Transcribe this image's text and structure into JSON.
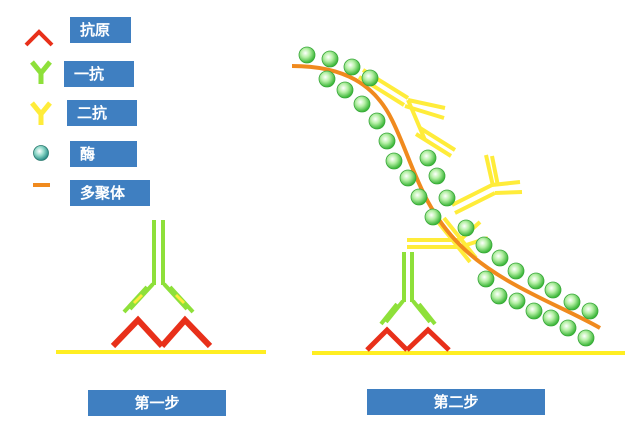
{
  "legend": {
    "items": [
      {
        "icon": "antigen-icon",
        "label": "抗原"
      },
      {
        "icon": "primary-antibody-icon",
        "label": "一抗"
      },
      {
        "icon": "secondary-antibody-icon",
        "label": "二抗"
      },
      {
        "icon": "enzyme-icon",
        "label": "酶"
      },
      {
        "icon": "polymer-icon",
        "label": "多聚体"
      }
    ]
  },
  "steps": [
    {
      "label": "第一步"
    },
    {
      "label": "第二步"
    }
  ],
  "colors": {
    "label_bg": "#3f7fc1",
    "label_text": "#ffffff",
    "antigen": "#e8301a",
    "primary_antibody": "#8ee03a",
    "secondary_antibody": "#ffec3a",
    "enzyme": "#5fd35a",
    "polymer": "#f08a1e",
    "surface": "#ffee22"
  }
}
